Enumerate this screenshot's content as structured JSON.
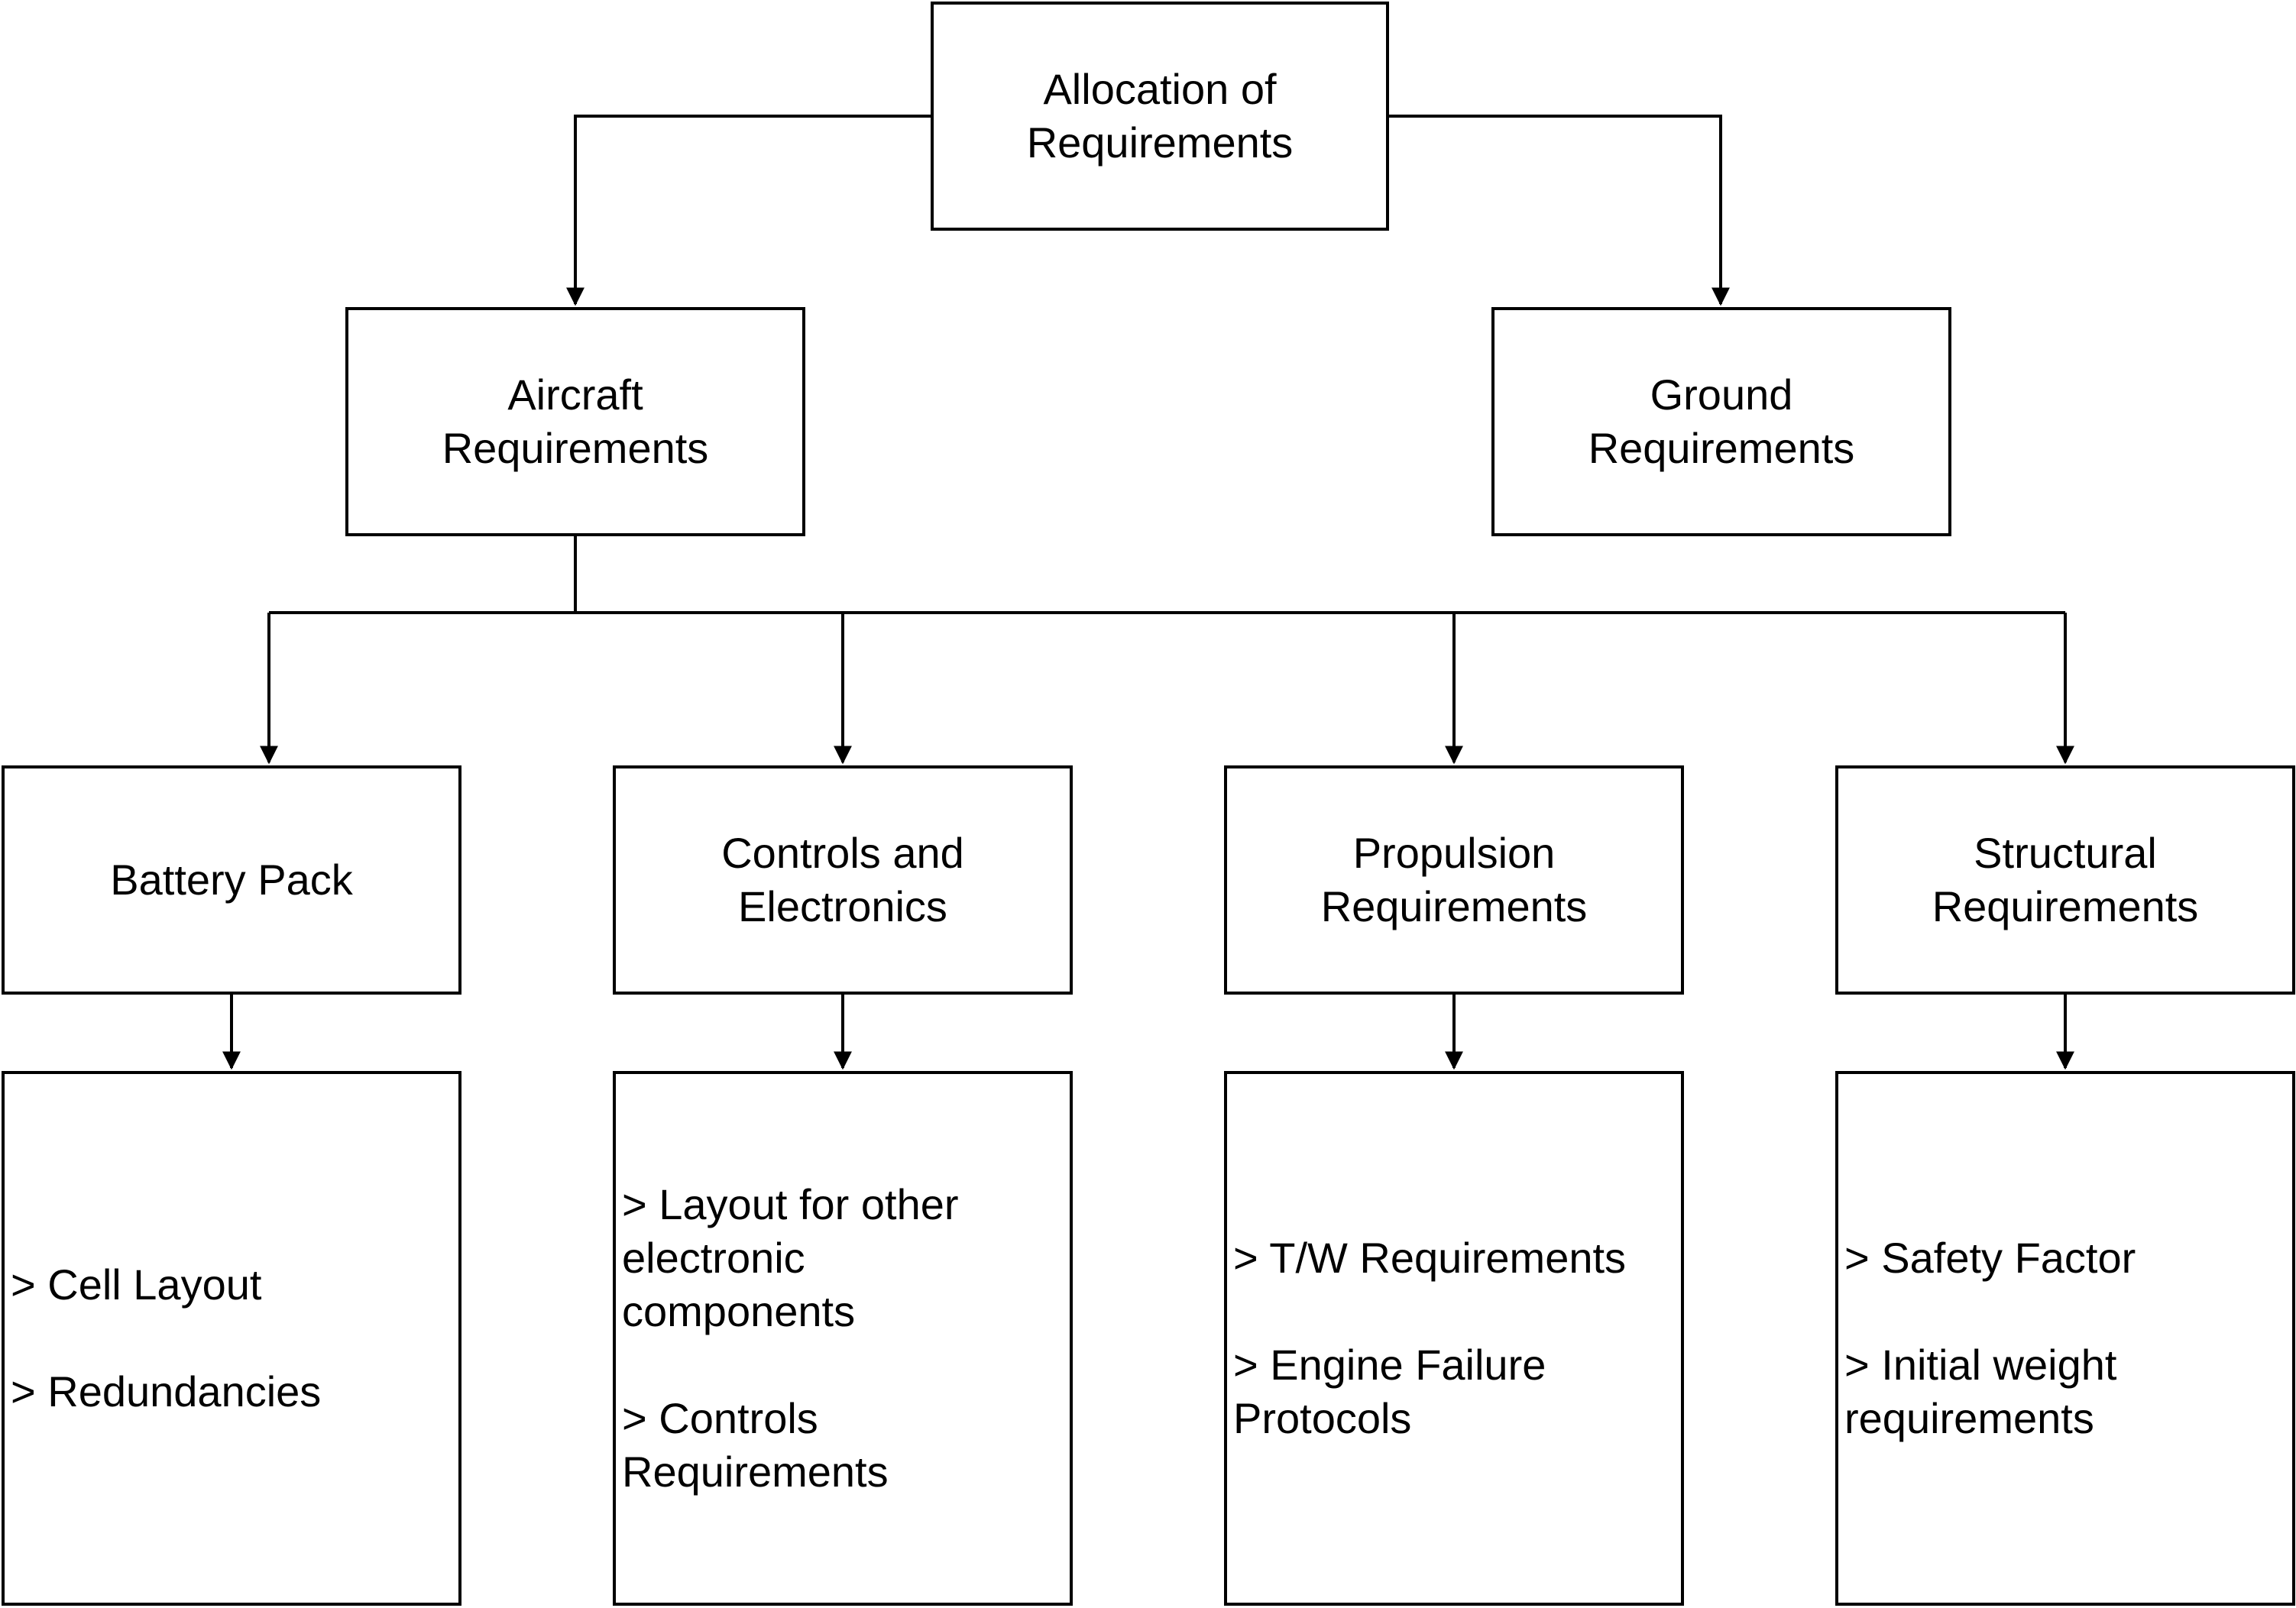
{
  "diagram": {
    "colors": {
      "stroke": "#000000",
      "fill": "#ffffff",
      "text": "#000000"
    },
    "root": {
      "label": "Allocation of\nRequirements"
    },
    "level1": {
      "aircraft": {
        "label": "Aircraft\nRequirements"
      },
      "ground": {
        "label": "Ground\nRequirements"
      }
    },
    "subsystems": [
      {
        "label": "Battery Pack"
      },
      {
        "label": "Controls and\nElectronics"
      },
      {
        "label": "Propulsion\nRequirements"
      },
      {
        "label": "Structural\nRequirements"
      }
    ],
    "details": [
      {
        "items": [
          "> Cell Layout",
          "> Redundancies"
        ]
      },
      {
        "items": [
          "> Layout for other\nelectronic\ncomponents",
          "> Controls\nRequirements"
        ]
      },
      {
        "items": [
          "> T/W Requirements",
          "> Engine Failure\nProtocols"
        ]
      },
      {
        "items": [
          "> Safety Factor",
          "> Initial weight\nrequirements"
        ]
      }
    ]
  }
}
